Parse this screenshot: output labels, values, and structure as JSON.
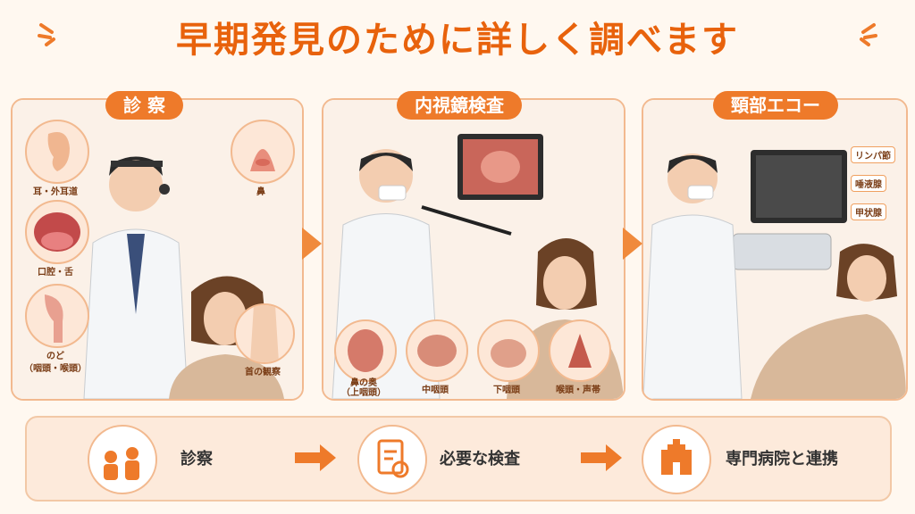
{
  "title": "早期発見のために詳しく調べます",
  "panels": [
    {
      "badge": "診 察",
      "labels": [
        "耳・外耳道",
        "鼻",
        "口腔・舌",
        "のど",
        "（咽頭・喉頭）",
        "首の観察"
      ]
    },
    {
      "badge": "内視鏡検査",
      "thumbs": [
        "鼻の奥",
        "（上咽頭）",
        "中咽頭",
        "下咽頭",
        "喉頭・声帯"
      ]
    },
    {
      "badge": "頸部エコー",
      "tags": [
        "リンパ節",
        "唾液腺",
        "甲状腺"
      ]
    }
  ],
  "flow": [
    "診察",
    "必要な検査",
    "専門病院と連携"
  ],
  "colors": {
    "accent": "#ee7a2a",
    "border": "#f2b98f",
    "bg": "#fff8f0"
  }
}
